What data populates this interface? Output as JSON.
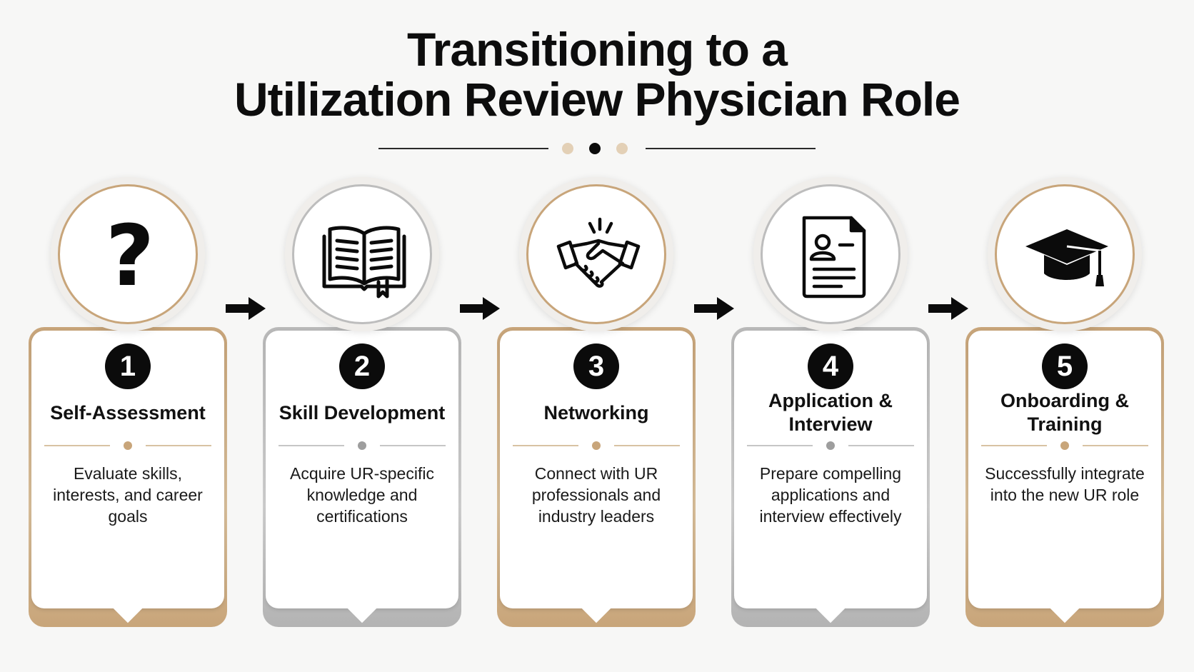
{
  "title": {
    "line1": "Transitioning to a",
    "line2": "Utilization Review Physician Role"
  },
  "colors": {
    "gold": "#c8a57a",
    "silver": "#b9b9b9",
    "dark": "#0b0b0b"
  },
  "steps": [
    {
      "number": "1",
      "title": "Self-Assessment",
      "description": "Evaluate skills, interests, and career goals",
      "icon": "question-mark-icon",
      "accent": "gold"
    },
    {
      "number": "2",
      "title": "Skill Development",
      "description": "Acquire UR-specific knowledge and certifications",
      "icon": "open-book-icon",
      "accent": "silver"
    },
    {
      "number": "3",
      "title": "Networking",
      "description": "Connect with UR professionals and industry leaders",
      "icon": "handshake-icon",
      "accent": "gold"
    },
    {
      "number": "4",
      "title": "Application & Interview",
      "description": "Prepare compelling applications and interview effectively",
      "icon": "resume-document-icon",
      "accent": "silver"
    },
    {
      "number": "5",
      "title": "Onboarding & Training",
      "description": "Successfully integrate into the new UR role",
      "icon": "graduation-cap-icon",
      "accent": "gold"
    }
  ]
}
